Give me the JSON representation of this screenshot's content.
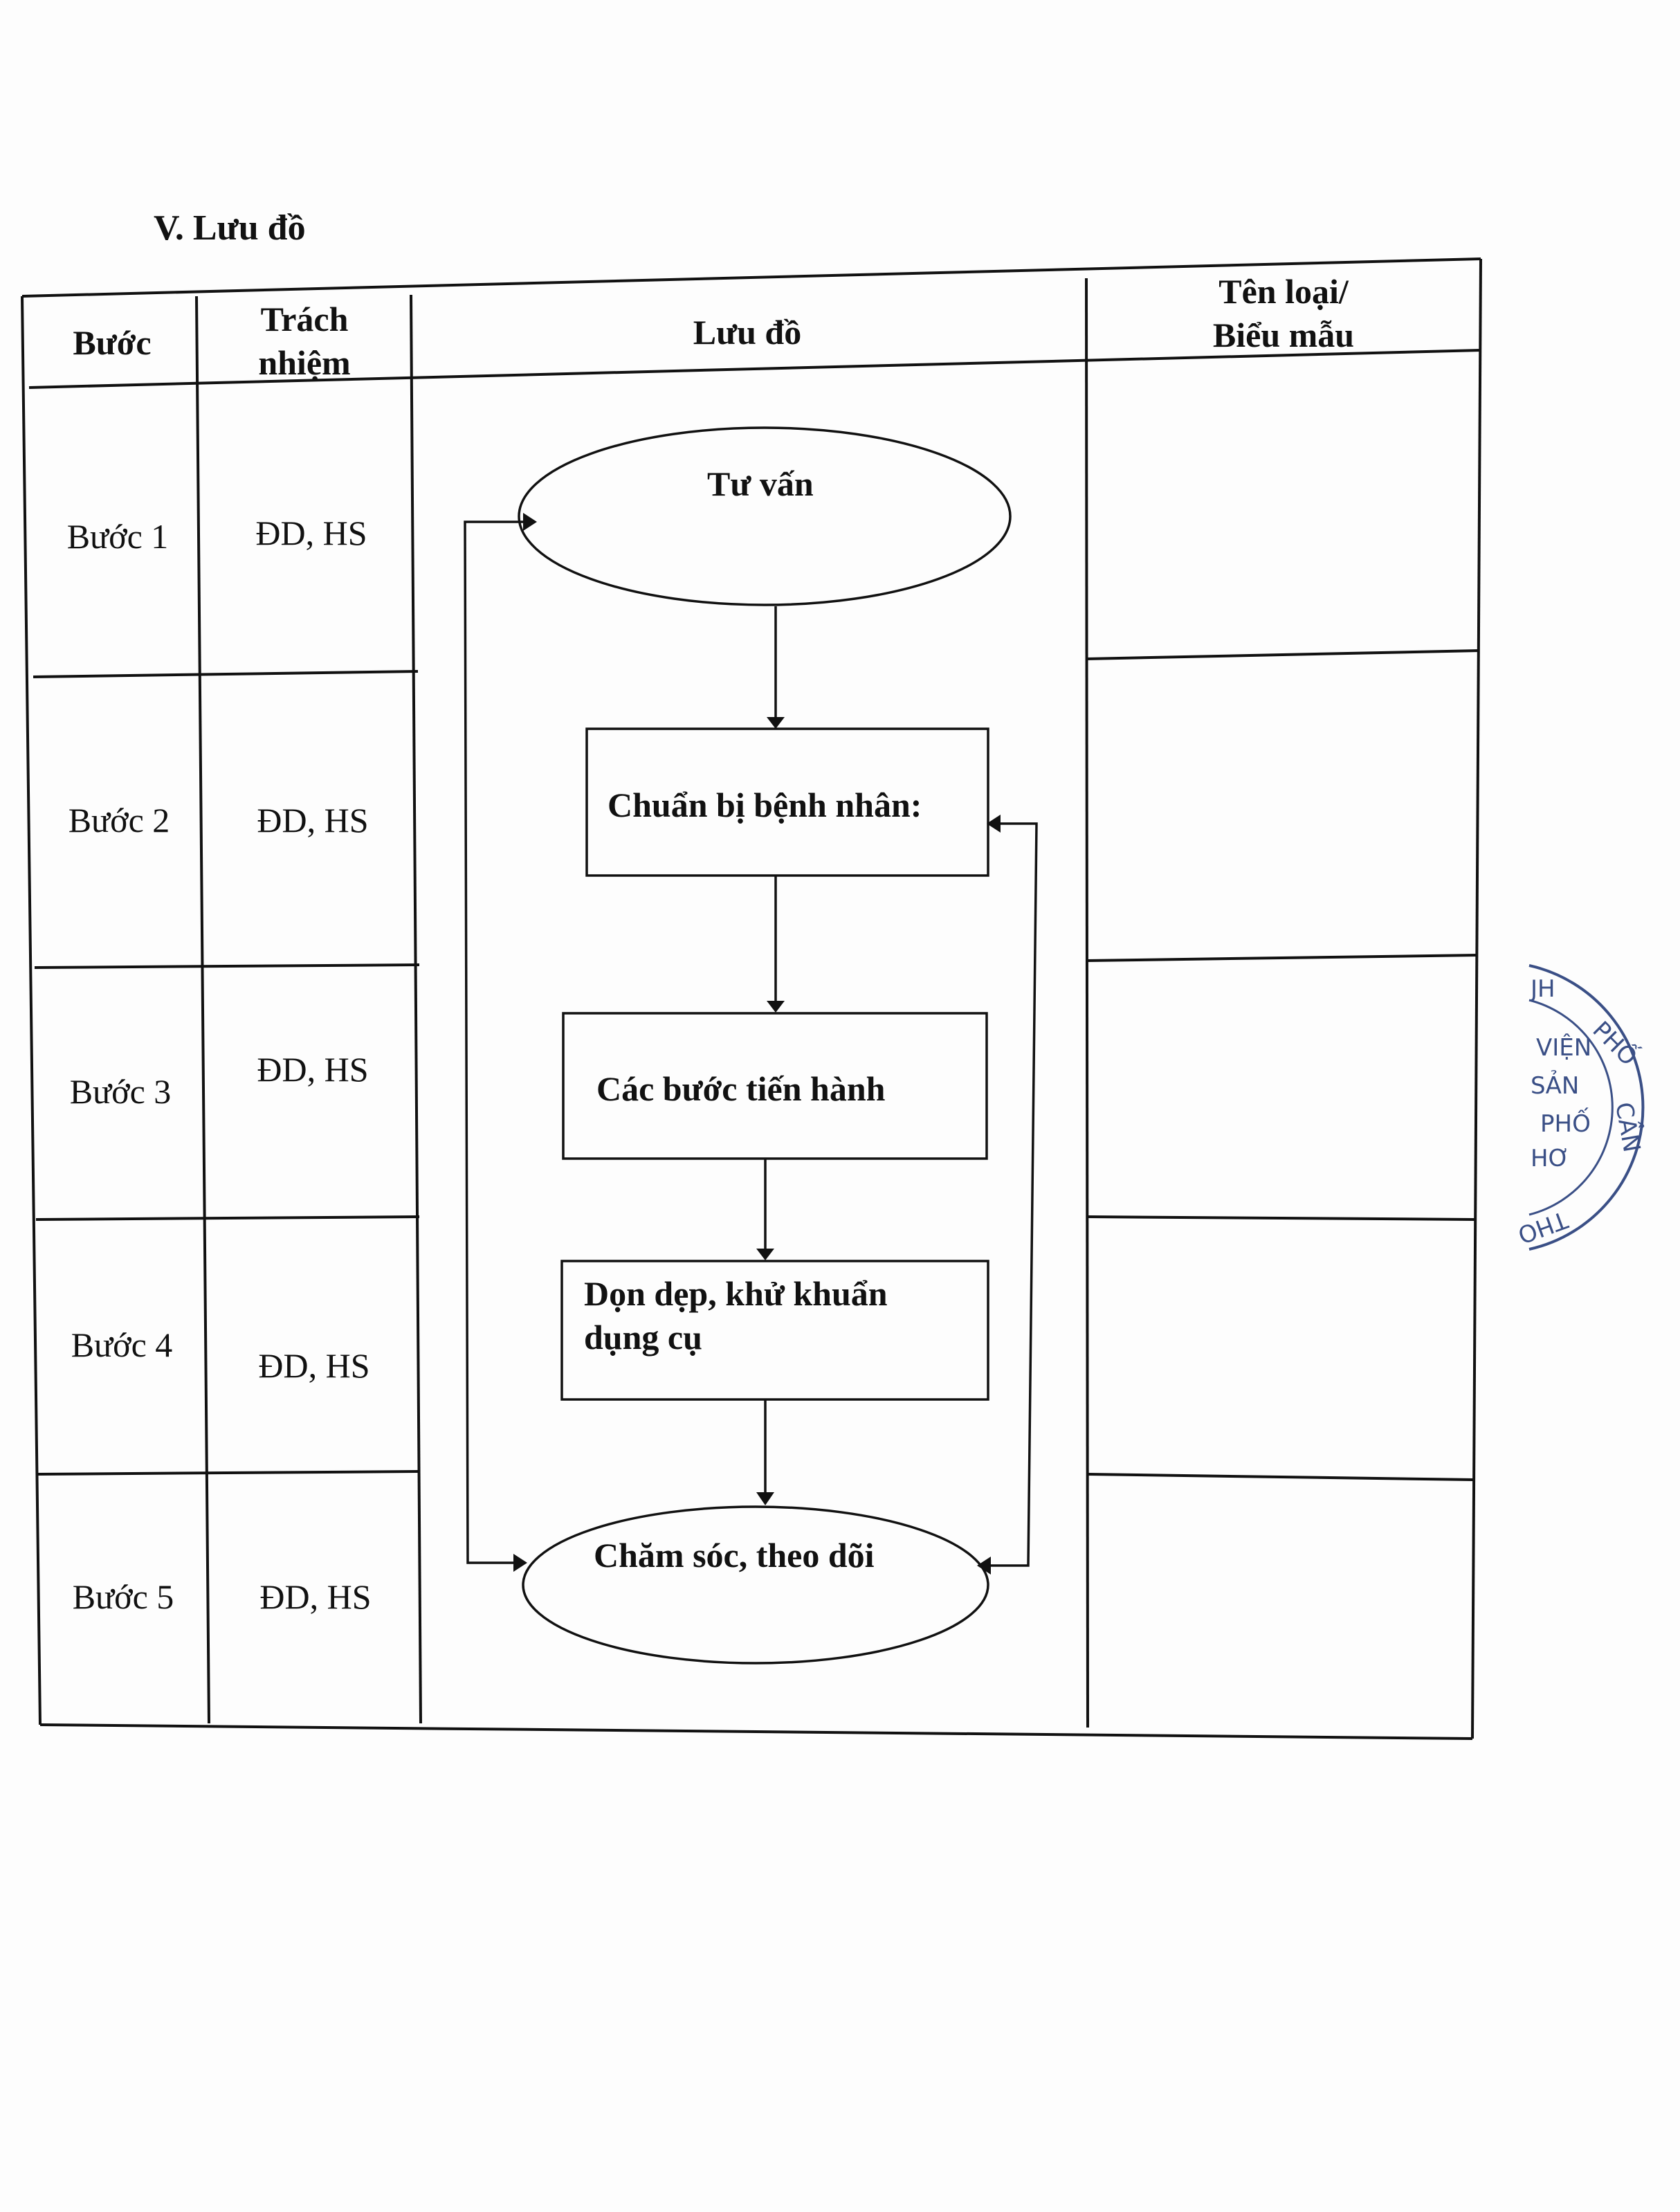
{
  "section_title": "V. Lưu đồ",
  "table": {
    "headers": {
      "step": "Bước",
      "responsibility_line1": "Trách",
      "responsibility_line2": "nhiệm",
      "flowchart": "Lưu đồ",
      "form_line1": "Tên loại/",
      "form_line2": "Biểu mẫu"
    },
    "rows": [
      {
        "step": "Bước 1",
        "responsibility": "ĐD, HS"
      },
      {
        "step": "Bước 2",
        "responsibility": "ĐD, HS"
      },
      {
        "step": "Bước 3",
        "responsibility": "ĐD, HS"
      },
      {
        "step": "Bước 4",
        "responsibility": "ĐD, HS"
      },
      {
        "step": "Bước 5",
        "responsibility": "ĐD, HS"
      }
    ]
  },
  "flowchart": {
    "nodes": [
      {
        "shape": "ellipse",
        "text": "Tư vấn"
      },
      {
        "shape": "rectangle",
        "text": "Chuẩn bị bệnh nhân:"
      },
      {
        "shape": "rectangle",
        "text": "Các bước tiến hành"
      },
      {
        "shape": "rectangle",
        "text_line1": "Dọn dẹp, khử khuẩn",
        "text_line2": "dụng cụ"
      },
      {
        "shape": "ellipse",
        "text": "Chăm sóc, theo dõi"
      }
    ]
  },
  "stamp": {
    "lines": [
      "JH",
      "PHỐ",
      "VIỆN",
      "SẢN",
      "PHỐ",
      "CẦN",
      "HƠ",
      "THO"
    ],
    "color": "#3a4f86"
  }
}
